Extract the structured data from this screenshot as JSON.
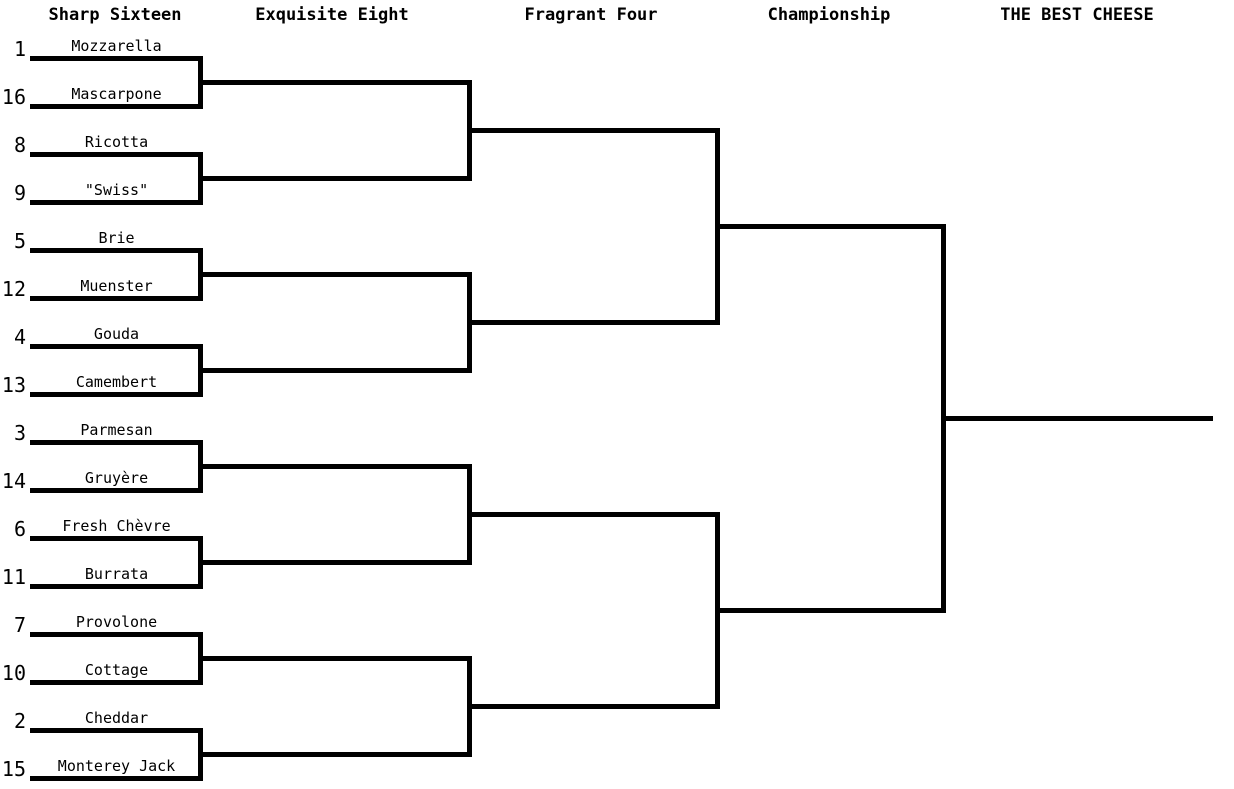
{
  "columns": [
    {
      "label": "Sharp Sixteen"
    },
    {
      "label": "Exquisite Eight"
    },
    {
      "label": "Fragrant Four"
    },
    {
      "label": "Championship"
    },
    {
      "label": "THE BEST CHEESE"
    }
  ],
  "teams": [
    {
      "seed": "1",
      "name": "Mozzarella"
    },
    {
      "seed": "16",
      "name": "Mascarpone"
    },
    {
      "seed": "8",
      "name": "Ricotta"
    },
    {
      "seed": "9",
      "name": "\"Swiss\""
    },
    {
      "seed": "5",
      "name": "Brie"
    },
    {
      "seed": "12",
      "name": "Muenster"
    },
    {
      "seed": "4",
      "name": "Gouda"
    },
    {
      "seed": "13",
      "name": "Camembert"
    },
    {
      "seed": "3",
      "name": "Parmesan"
    },
    {
      "seed": "14",
      "name": "Gruyère"
    },
    {
      "seed": "6",
      "name": "Fresh Chèvre"
    },
    {
      "seed": "11",
      "name": "Burrata"
    },
    {
      "seed": "7",
      "name": "Provolone"
    },
    {
      "seed": "10",
      "name": "Cottage"
    },
    {
      "seed": "2",
      "name": "Cheddar"
    },
    {
      "seed": "15",
      "name": "Monterey Jack"
    }
  ],
  "colors": {
    "line": "#000000",
    "text": "#000000",
    "background": "#ffffff"
  }
}
